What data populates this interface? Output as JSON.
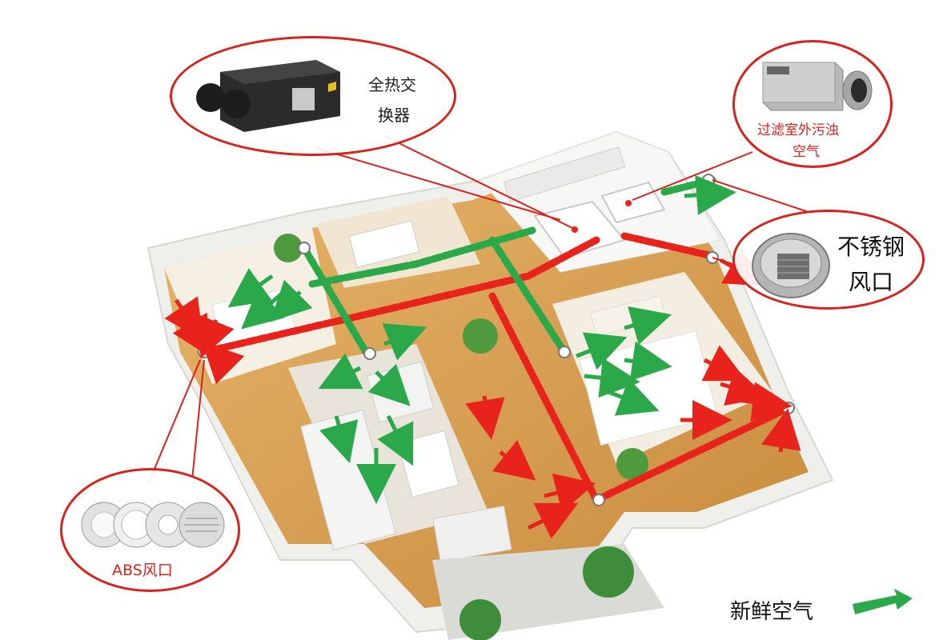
{
  "callouts": {
    "heat_exchanger": {
      "label_line1": "全热交",
      "label_line2": "换器"
    },
    "filter_box": {
      "label_line1": "过滤室外污浊",
      "label_line2": "空气"
    },
    "stainless_vent": {
      "label_line1": "不锈钢",
      "label_line2": "风口"
    },
    "abs_vent": {
      "label": "ABS风口"
    }
  },
  "legend": {
    "fresh_air": {
      "label": "新鲜空气",
      "color": "#2aa84a"
    },
    "exhaust_air": {
      "color": "#e8231b"
    }
  },
  "colors": {
    "callout_border": "#d9221c",
    "fresh_duct": "#2aa84a",
    "exhaust_duct": "#e8231b",
    "floor": "#d9a25a",
    "wall": "#f2f2f0"
  },
  "icons": [
    "heat-exchanger-unit-icon",
    "filter-box-icon",
    "stainless-vent-icon",
    "abs-vent-icons",
    "fresh-air-arrow-icon"
  ]
}
